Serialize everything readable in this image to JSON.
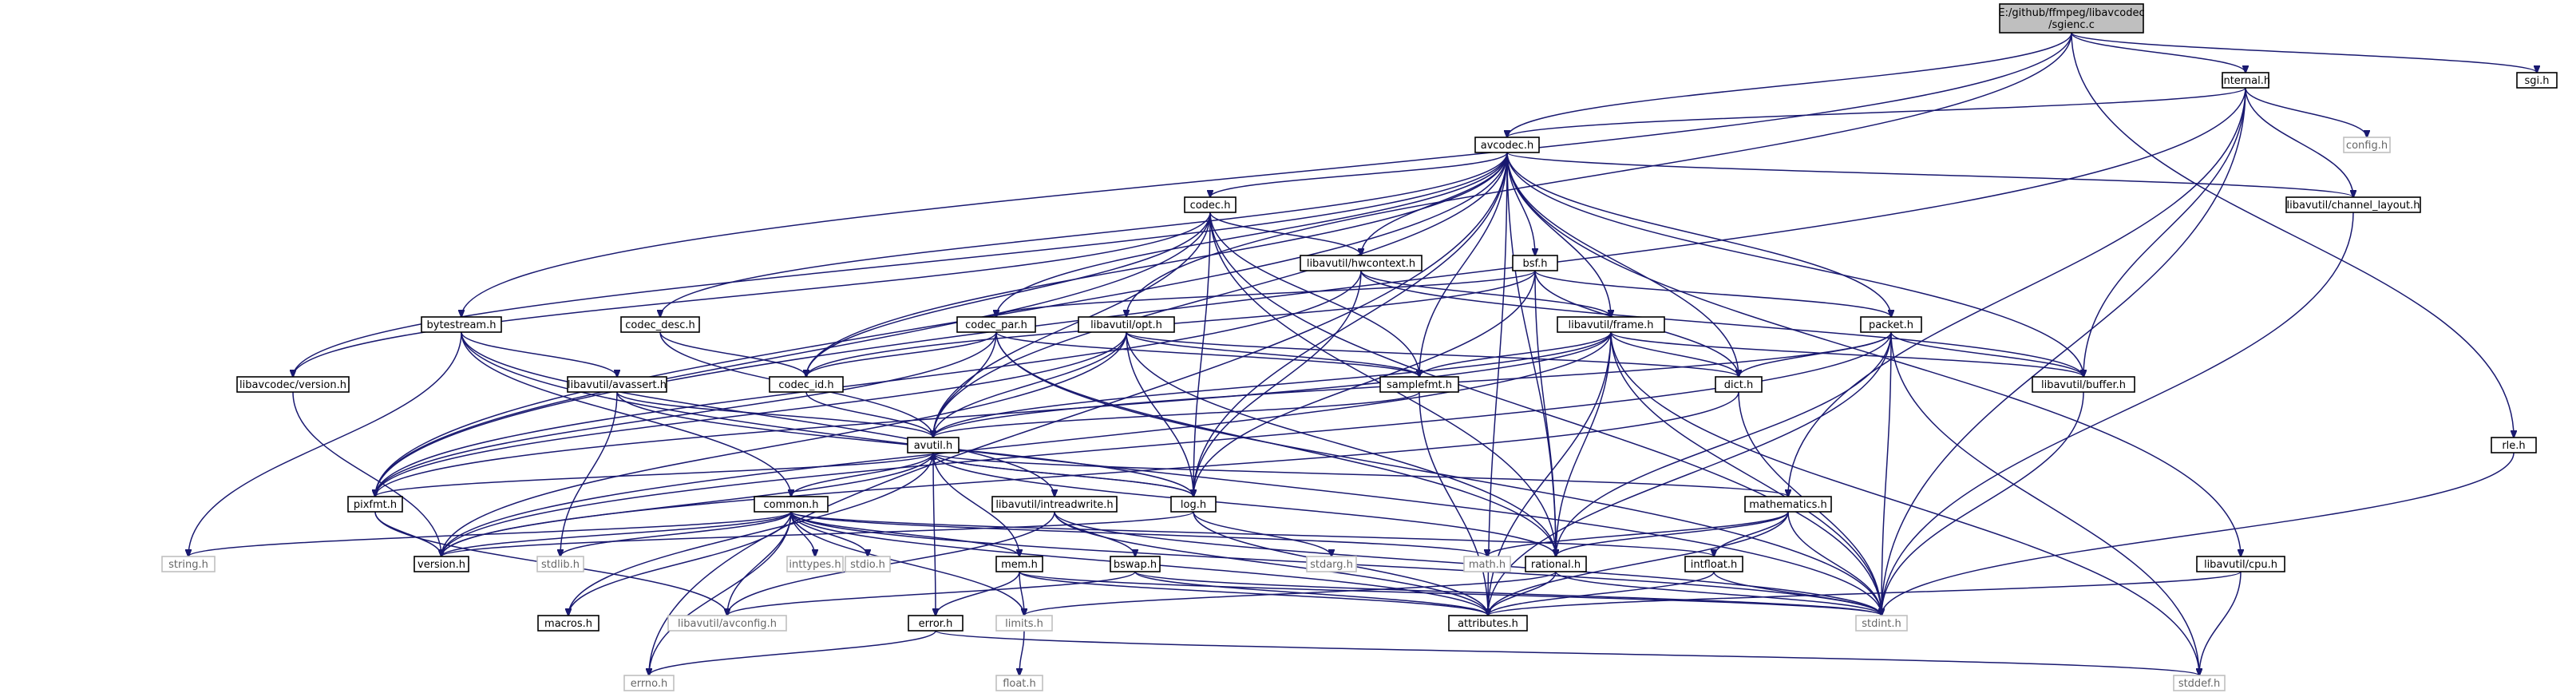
{
  "graph": {
    "edge_color": "#191970",
    "root": "sgienc",
    "nodes": [
      {
        "id": "sgienc",
        "lines": [
          "E:/github/ffmpeg/libavcodec",
          "/sgienc.c"
        ],
        "kind": "main"
      },
      {
        "id": "internal",
        "lines": [
          "internal.h"
        ],
        "kind": "local"
      },
      {
        "id": "sgi",
        "lines": [
          "sgi.h"
        ],
        "kind": "local"
      },
      {
        "id": "avcodec",
        "lines": [
          "avcodec.h"
        ],
        "kind": "local"
      },
      {
        "id": "config",
        "lines": [
          "config.h"
        ],
        "kind": "system"
      },
      {
        "id": "codec",
        "lines": [
          "codec.h"
        ],
        "kind": "local"
      },
      {
        "id": "channel_layout",
        "lines": [
          "libavutil/channel_layout.h"
        ],
        "kind": "local"
      },
      {
        "id": "hwcontext",
        "lines": [
          "libavutil/hwcontext.h"
        ],
        "kind": "local"
      },
      {
        "id": "bsf",
        "lines": [
          "bsf.h"
        ],
        "kind": "local"
      },
      {
        "id": "bytestream",
        "lines": [
          "bytestream.h"
        ],
        "kind": "local"
      },
      {
        "id": "codec_desc",
        "lines": [
          "codec_desc.h"
        ],
        "kind": "local"
      },
      {
        "id": "codec_par",
        "lines": [
          "codec_par.h"
        ],
        "kind": "local"
      },
      {
        "id": "opt",
        "lines": [
          "libavutil/opt.h"
        ],
        "kind": "local"
      },
      {
        "id": "frame",
        "lines": [
          "libavutil/frame.h"
        ],
        "kind": "local"
      },
      {
        "id": "packet",
        "lines": [
          "packet.h"
        ],
        "kind": "local"
      },
      {
        "id": "lavc_version",
        "lines": [
          "libavcodec/version.h"
        ],
        "kind": "local"
      },
      {
        "id": "avassert",
        "lines": [
          "libavutil/avassert.h"
        ],
        "kind": "local"
      },
      {
        "id": "codec_id",
        "lines": [
          "codec_id.h"
        ],
        "kind": "local"
      },
      {
        "id": "samplefmt",
        "lines": [
          "samplefmt.h"
        ],
        "kind": "local"
      },
      {
        "id": "dict",
        "lines": [
          "dict.h"
        ],
        "kind": "local"
      },
      {
        "id": "buffer",
        "lines": [
          "libavutil/buffer.h"
        ],
        "kind": "local"
      },
      {
        "id": "rle",
        "lines": [
          "rle.h"
        ],
        "kind": "local"
      },
      {
        "id": "avutil",
        "lines": [
          "avutil.h"
        ],
        "kind": "local"
      },
      {
        "id": "pixfmt",
        "lines": [
          "pixfmt.h"
        ],
        "kind": "local"
      },
      {
        "id": "common",
        "lines": [
          "common.h"
        ],
        "kind": "local"
      },
      {
        "id": "intreadwrite",
        "lines": [
          "libavutil/intreadwrite.h"
        ],
        "kind": "local"
      },
      {
        "id": "log",
        "lines": [
          "log.h"
        ],
        "kind": "local"
      },
      {
        "id": "mathematics",
        "lines": [
          "mathematics.h"
        ],
        "kind": "local"
      },
      {
        "id": "string",
        "lines": [
          "string.h"
        ],
        "kind": "system"
      },
      {
        "id": "version",
        "lines": [
          "version.h"
        ],
        "kind": "local"
      },
      {
        "id": "stdlib",
        "lines": [
          "stdlib.h"
        ],
        "kind": "system"
      },
      {
        "id": "inttypes",
        "lines": [
          "inttypes.h"
        ],
        "kind": "system"
      },
      {
        "id": "stdio",
        "lines": [
          "stdio.h"
        ],
        "kind": "system"
      },
      {
        "id": "mem",
        "lines": [
          "mem.h"
        ],
        "kind": "local"
      },
      {
        "id": "bswap",
        "lines": [
          "bswap.h"
        ],
        "kind": "local"
      },
      {
        "id": "stdarg",
        "lines": [
          "stdarg.h"
        ],
        "kind": "system"
      },
      {
        "id": "math",
        "lines": [
          "math.h"
        ],
        "kind": "system"
      },
      {
        "id": "rational",
        "lines": [
          "rational.h"
        ],
        "kind": "local"
      },
      {
        "id": "intfloat",
        "lines": [
          "intfloat.h"
        ],
        "kind": "local"
      },
      {
        "id": "cpu",
        "lines": [
          "libavutil/cpu.h"
        ],
        "kind": "local"
      },
      {
        "id": "macros",
        "lines": [
          "macros.h"
        ],
        "kind": "local"
      },
      {
        "id": "avconfig",
        "lines": [
          "libavutil/avconfig.h"
        ],
        "kind": "system"
      },
      {
        "id": "limits",
        "lines": [
          "limits.h"
        ],
        "kind": "system"
      },
      {
        "id": "error",
        "lines": [
          "error.h"
        ],
        "kind": "local"
      },
      {
        "id": "attributes",
        "lines": [
          "attributes.h"
        ],
        "kind": "local"
      },
      {
        "id": "stdint",
        "lines": [
          "stdint.h"
        ],
        "kind": "system"
      },
      {
        "id": "float",
        "lines": [
          "float.h"
        ],
        "kind": "system"
      },
      {
        "id": "errno",
        "lines": [
          "errno.h"
        ],
        "kind": "system"
      },
      {
        "id": "stddef",
        "lines": [
          "stddef.h"
        ],
        "kind": "system"
      }
    ],
    "edges": [
      [
        "sgienc",
        "internal"
      ],
      [
        "sgienc",
        "sgi"
      ],
      [
        "sgienc",
        "avcodec"
      ],
      [
        "sgienc",
        "bytestream"
      ],
      [
        "sgienc",
        "opt"
      ],
      [
        "sgienc",
        "rle"
      ],
      [
        "internal",
        "avcodec"
      ],
      [
        "internal",
        "config"
      ],
      [
        "internal",
        "channel_layout"
      ],
      [
        "internal",
        "buffer"
      ],
      [
        "internal",
        "pixfmt"
      ],
      [
        "internal",
        "stdint"
      ],
      [
        "internal",
        "mathematics"
      ],
      [
        "avcodec",
        "codec"
      ],
      [
        "avcodec",
        "channel_layout"
      ],
      [
        "avcodec",
        "hwcontext"
      ],
      [
        "avcodec",
        "bsf"
      ],
      [
        "avcodec",
        "codec_desc"
      ],
      [
        "avcodec",
        "codec_par"
      ],
      [
        "avcodec",
        "frame"
      ],
      [
        "avcodec",
        "packet"
      ],
      [
        "avcodec",
        "lavc_version"
      ],
      [
        "avcodec",
        "codec_id"
      ],
      [
        "avcodec",
        "samplefmt"
      ],
      [
        "avcodec",
        "dict"
      ],
      [
        "avcodec",
        "buffer"
      ],
      [
        "avcodec",
        "avutil"
      ],
      [
        "avcodec",
        "log"
      ],
      [
        "avcodec",
        "rational"
      ],
      [
        "avcodec",
        "attributes"
      ],
      [
        "avcodec",
        "cpu"
      ],
      [
        "avcodec",
        "pixfmt"
      ],
      [
        "avcodec",
        "errno"
      ],
      [
        "codec",
        "hwcontext"
      ],
      [
        "codec",
        "codec_id"
      ],
      [
        "codec",
        "samplefmt"
      ],
      [
        "codec",
        "avutil"
      ],
      [
        "codec",
        "log"
      ],
      [
        "codec",
        "rational"
      ],
      [
        "codec",
        "pixfmt"
      ],
      [
        "codec",
        "lavc_version"
      ],
      [
        "codec",
        "stdint"
      ],
      [
        "channel_layout",
        "stdint"
      ],
      [
        "hwcontext",
        "frame"
      ],
      [
        "hwcontext",
        "buffer"
      ],
      [
        "hwcontext",
        "log"
      ],
      [
        "hwcontext",
        "pixfmt"
      ],
      [
        "bsf",
        "codec_par"
      ],
      [
        "bsf",
        "packet"
      ],
      [
        "bsf",
        "dict"
      ],
      [
        "bsf",
        "log"
      ],
      [
        "bsf",
        "rational"
      ],
      [
        "bsf",
        "codec_id"
      ],
      [
        "bytestream",
        "avassert"
      ],
      [
        "bytestream",
        "intreadwrite"
      ],
      [
        "bytestream",
        "common"
      ],
      [
        "bytestream",
        "string"
      ],
      [
        "bytestream",
        "stdint"
      ],
      [
        "codec_desc",
        "codec_id"
      ],
      [
        "codec_desc",
        "avutil"
      ],
      [
        "codec_par",
        "codec_id"
      ],
      [
        "codec_par",
        "avutil"
      ],
      [
        "codec_par",
        "pixfmt"
      ],
      [
        "codec_par",
        "rational"
      ],
      [
        "codec_par",
        "stdint"
      ],
      [
        "codec_par",
        "samplefmt"
      ],
      [
        "opt",
        "dict"
      ],
      [
        "opt",
        "samplefmt"
      ],
      [
        "opt",
        "avutil"
      ],
      [
        "opt",
        "log"
      ],
      [
        "opt",
        "pixfmt"
      ],
      [
        "opt",
        "rational"
      ],
      [
        "opt",
        "version"
      ],
      [
        "frame",
        "dict"
      ],
      [
        "frame",
        "samplefmt"
      ],
      [
        "frame",
        "buffer"
      ],
      [
        "frame",
        "avutil"
      ],
      [
        "frame",
        "pixfmt"
      ],
      [
        "frame",
        "rational"
      ],
      [
        "frame",
        "version"
      ],
      [
        "frame",
        "stdint"
      ],
      [
        "frame",
        "stddef"
      ],
      [
        "frame",
        "attributes"
      ],
      [
        "packet",
        "dict"
      ],
      [
        "packet",
        "buffer"
      ],
      [
        "packet",
        "avutil"
      ],
      [
        "packet",
        "rational"
      ],
      [
        "packet",
        "attributes"
      ],
      [
        "packet",
        "stdint"
      ],
      [
        "packet",
        "stddef"
      ],
      [
        "packet",
        "version"
      ],
      [
        "lavc_version",
        "version"
      ],
      [
        "avassert",
        "avutil"
      ],
      [
        "avassert",
        "log"
      ],
      [
        "avassert",
        "stdlib"
      ],
      [
        "codec_id",
        "avutil"
      ],
      [
        "samplefmt",
        "avutil"
      ],
      [
        "samplefmt",
        "attributes"
      ],
      [
        "dict",
        "stdint"
      ],
      [
        "dict",
        "version"
      ],
      [
        "buffer",
        "stdint"
      ],
      [
        "rle",
        "stdint"
      ],
      [
        "avutil",
        "common"
      ],
      [
        "avutil",
        "error"
      ],
      [
        "avutil",
        "macros"
      ],
      [
        "avutil",
        "mathematics"
      ],
      [
        "avutil",
        "rational"
      ],
      [
        "avutil",
        "version"
      ],
      [
        "avutil",
        "log"
      ],
      [
        "avutil",
        "pixfmt"
      ],
      [
        "pixfmt",
        "avconfig"
      ],
      [
        "pixfmt",
        "version"
      ],
      [
        "common",
        "attributes"
      ],
      [
        "common",
        "macros"
      ],
      [
        "common",
        "version"
      ],
      [
        "common",
        "avconfig"
      ],
      [
        "common",
        "errno"
      ],
      [
        "common",
        "inttypes"
      ],
      [
        "common",
        "limits"
      ],
      [
        "common",
        "math"
      ],
      [
        "common",
        "stdio"
      ],
      [
        "common",
        "stdlib"
      ],
      [
        "common",
        "string"
      ],
      [
        "common",
        "mem"
      ],
      [
        "common",
        "intfloat"
      ],
      [
        "common",
        "stdint"
      ],
      [
        "intreadwrite",
        "avconfig"
      ],
      [
        "intreadwrite",
        "attributes"
      ],
      [
        "intreadwrite",
        "bswap"
      ],
      [
        "intreadwrite",
        "stdint"
      ],
      [
        "log",
        "attributes"
      ],
      [
        "log",
        "version"
      ],
      [
        "log",
        "stdarg"
      ],
      [
        "log",
        "avutil"
      ],
      [
        "mathematics",
        "attributes"
      ],
      [
        "mathematics",
        "rational"
      ],
      [
        "mathematics",
        "intfloat"
      ],
      [
        "mathematics",
        "math"
      ],
      [
        "mathematics",
        "stdint"
      ],
      [
        "mem",
        "attributes"
      ],
      [
        "mem",
        "error"
      ],
      [
        "mem",
        "avutil"
      ],
      [
        "mem",
        "limits"
      ],
      [
        "mem",
        "stdint"
      ],
      [
        "bswap",
        "attributes"
      ],
      [
        "bswap",
        "avconfig"
      ],
      [
        "bswap",
        "stdint"
      ],
      [
        "rational",
        "attributes"
      ],
      [
        "rational",
        "limits"
      ],
      [
        "rational",
        "stdint"
      ],
      [
        "intfloat",
        "attributes"
      ],
      [
        "intfloat",
        "stdint"
      ],
      [
        "cpu",
        "attributes"
      ],
      [
        "cpu",
        "stddef"
      ],
      [
        "error",
        "errno"
      ],
      [
        "error",
        "stddef"
      ],
      [
        "limits",
        "float"
      ]
    ]
  }
}
